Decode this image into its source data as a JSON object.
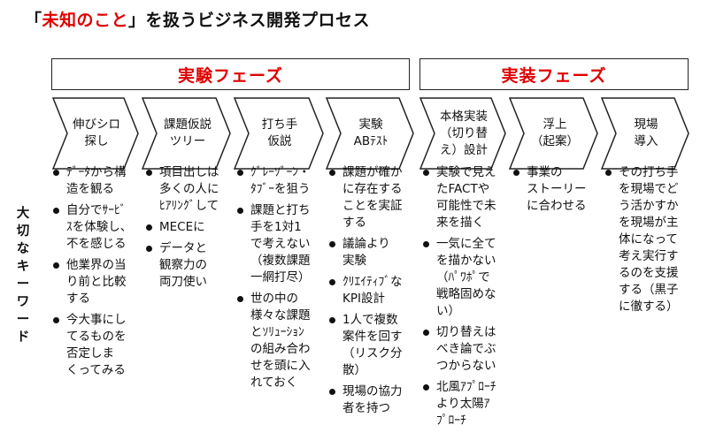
{
  "title": {
    "prefix": "「",
    "highlight": "未知のこと",
    "suffix": "」を扱うビジネス開発プロセス"
  },
  "phases": [
    {
      "label": "実験フェーズ"
    },
    {
      "label": "実装フェーズ"
    }
  ],
  "steps": [
    {
      "lines": [
        "伸びシロ",
        "探し"
      ]
    },
    {
      "lines": [
        "課題仮説",
        "ツリー"
      ]
    },
    {
      "lines": [
        "打ち手",
        "仮説"
      ]
    },
    {
      "lines": [
        "実験",
        "ABﾃｽﾄ"
      ]
    },
    {
      "lines": [
        "本格実装",
        "（切り替",
        "え）設計"
      ]
    },
    {
      "lines": [
        "浮上",
        "（起案）"
      ]
    },
    {
      "lines": [
        "現場",
        "導入"
      ]
    }
  ],
  "side_label": "大切なキーワード",
  "keywords": [
    {
      "items": [
        [
          "ﾃﾞｰﾀから構",
          "造を観る"
        ],
        [
          "自分でｻｰﾋﾞ",
          "ｽを体験し、",
          "不を感じる"
        ],
        [
          "他業界の当",
          "り前と比較",
          "する"
        ],
        [
          "今大事にし",
          "てるものを",
          "否定しま",
          "くってみる"
        ]
      ]
    },
    {
      "items": [
        [
          "項目出しは",
          "多くの人に",
          "ﾋｱﾘﾝｸﾞして"
        ],
        [
          "MECEに"
        ],
        [
          "データと",
          "観察力の",
          "両刀使い"
        ]
      ]
    },
    {
      "items": [
        [
          "ｸﾞﾚｰｿﾞｰﾝ・",
          "ﾀﾌﾞｰを狙う"
        ],
        [
          "課題と打ち",
          "手を1対1",
          "で考えない",
          "（複数課題",
          "一網打尽）"
        ],
        [
          "世の中の",
          "様々な課題",
          "とｿﾘｭｰｼｮﾝ",
          "の組み合わ",
          "せを頭に入",
          "れておく"
        ]
      ]
    },
    {
      "items": [
        [
          "課題が確か",
          "に存在する",
          "ことを実証",
          "する"
        ],
        [
          "議論より",
          "実験"
        ],
        [
          "ｸﾘｴｲﾃｨﾌﾞな",
          "KPI設計"
        ],
        [
          "1人で複数",
          "案件を回す",
          "（リスク分",
          "散）"
        ],
        [
          "現場の協力",
          "者を持つ"
        ]
      ]
    },
    {
      "items": [
        [
          "実験で見え",
          "たFACTや",
          "可能性で未",
          "来を描く"
        ],
        [
          "一気に全て",
          "を描かない",
          "（ﾊﾟﾜﾎﾟで",
          "戦略固めな",
          "い）"
        ],
        [
          "切り替えは",
          "べき論でぶ",
          "つからない"
        ],
        [
          "北風ｱﾌﾟﾛｰﾁ",
          "より太陽ｱ",
          "ﾌﾟﾛｰﾁ"
        ]
      ]
    },
    {
      "items": [
        [
          "事業の",
          "ストーリー",
          "に合わせる"
        ]
      ]
    },
    {
      "items": [
        [
          "その打ち手",
          "を現場でど",
          "う活かすか",
          "を現場が主",
          "体になって",
          "考え実行す",
          "るのを支援",
          "する（黒子",
          "に徹する）"
        ]
      ]
    }
  ]
}
